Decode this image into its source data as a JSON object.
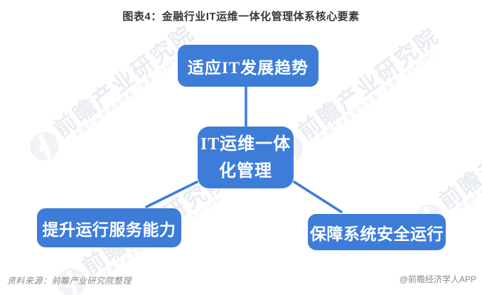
{
  "title": "图表4：金融行业IT运维一体化管理体系核心要素",
  "diagram": {
    "type": "concept-map",
    "center": {
      "label": "IT运维一体化管理",
      "line1": "IT运维一体",
      "line2": "化管理"
    },
    "top": {
      "label": "适应IT发展趋势"
    },
    "bottom_left": {
      "label": "提升运行服务能力"
    },
    "bottom_right": {
      "label": "保障系统安全运行"
    }
  },
  "watermark": {
    "main": "前瞻产业研究院",
    "sub": "中国产业咨询领导者（股票：839599）"
  },
  "footer": {
    "source": "资料来源：前瞻产业研究院整理",
    "credit": "@前瞻经济学人APP"
  },
  "colors": {
    "background": "#ffffff",
    "box_blue": "#3d7dd8",
    "connector_blue": "#3b7cd8",
    "box_text": "#ffffff",
    "title_text": "#383838",
    "footer_text": "#8a8a8a",
    "watermark": "#e9ecf2",
    "watermark_circle": "#f1f3f7"
  }
}
